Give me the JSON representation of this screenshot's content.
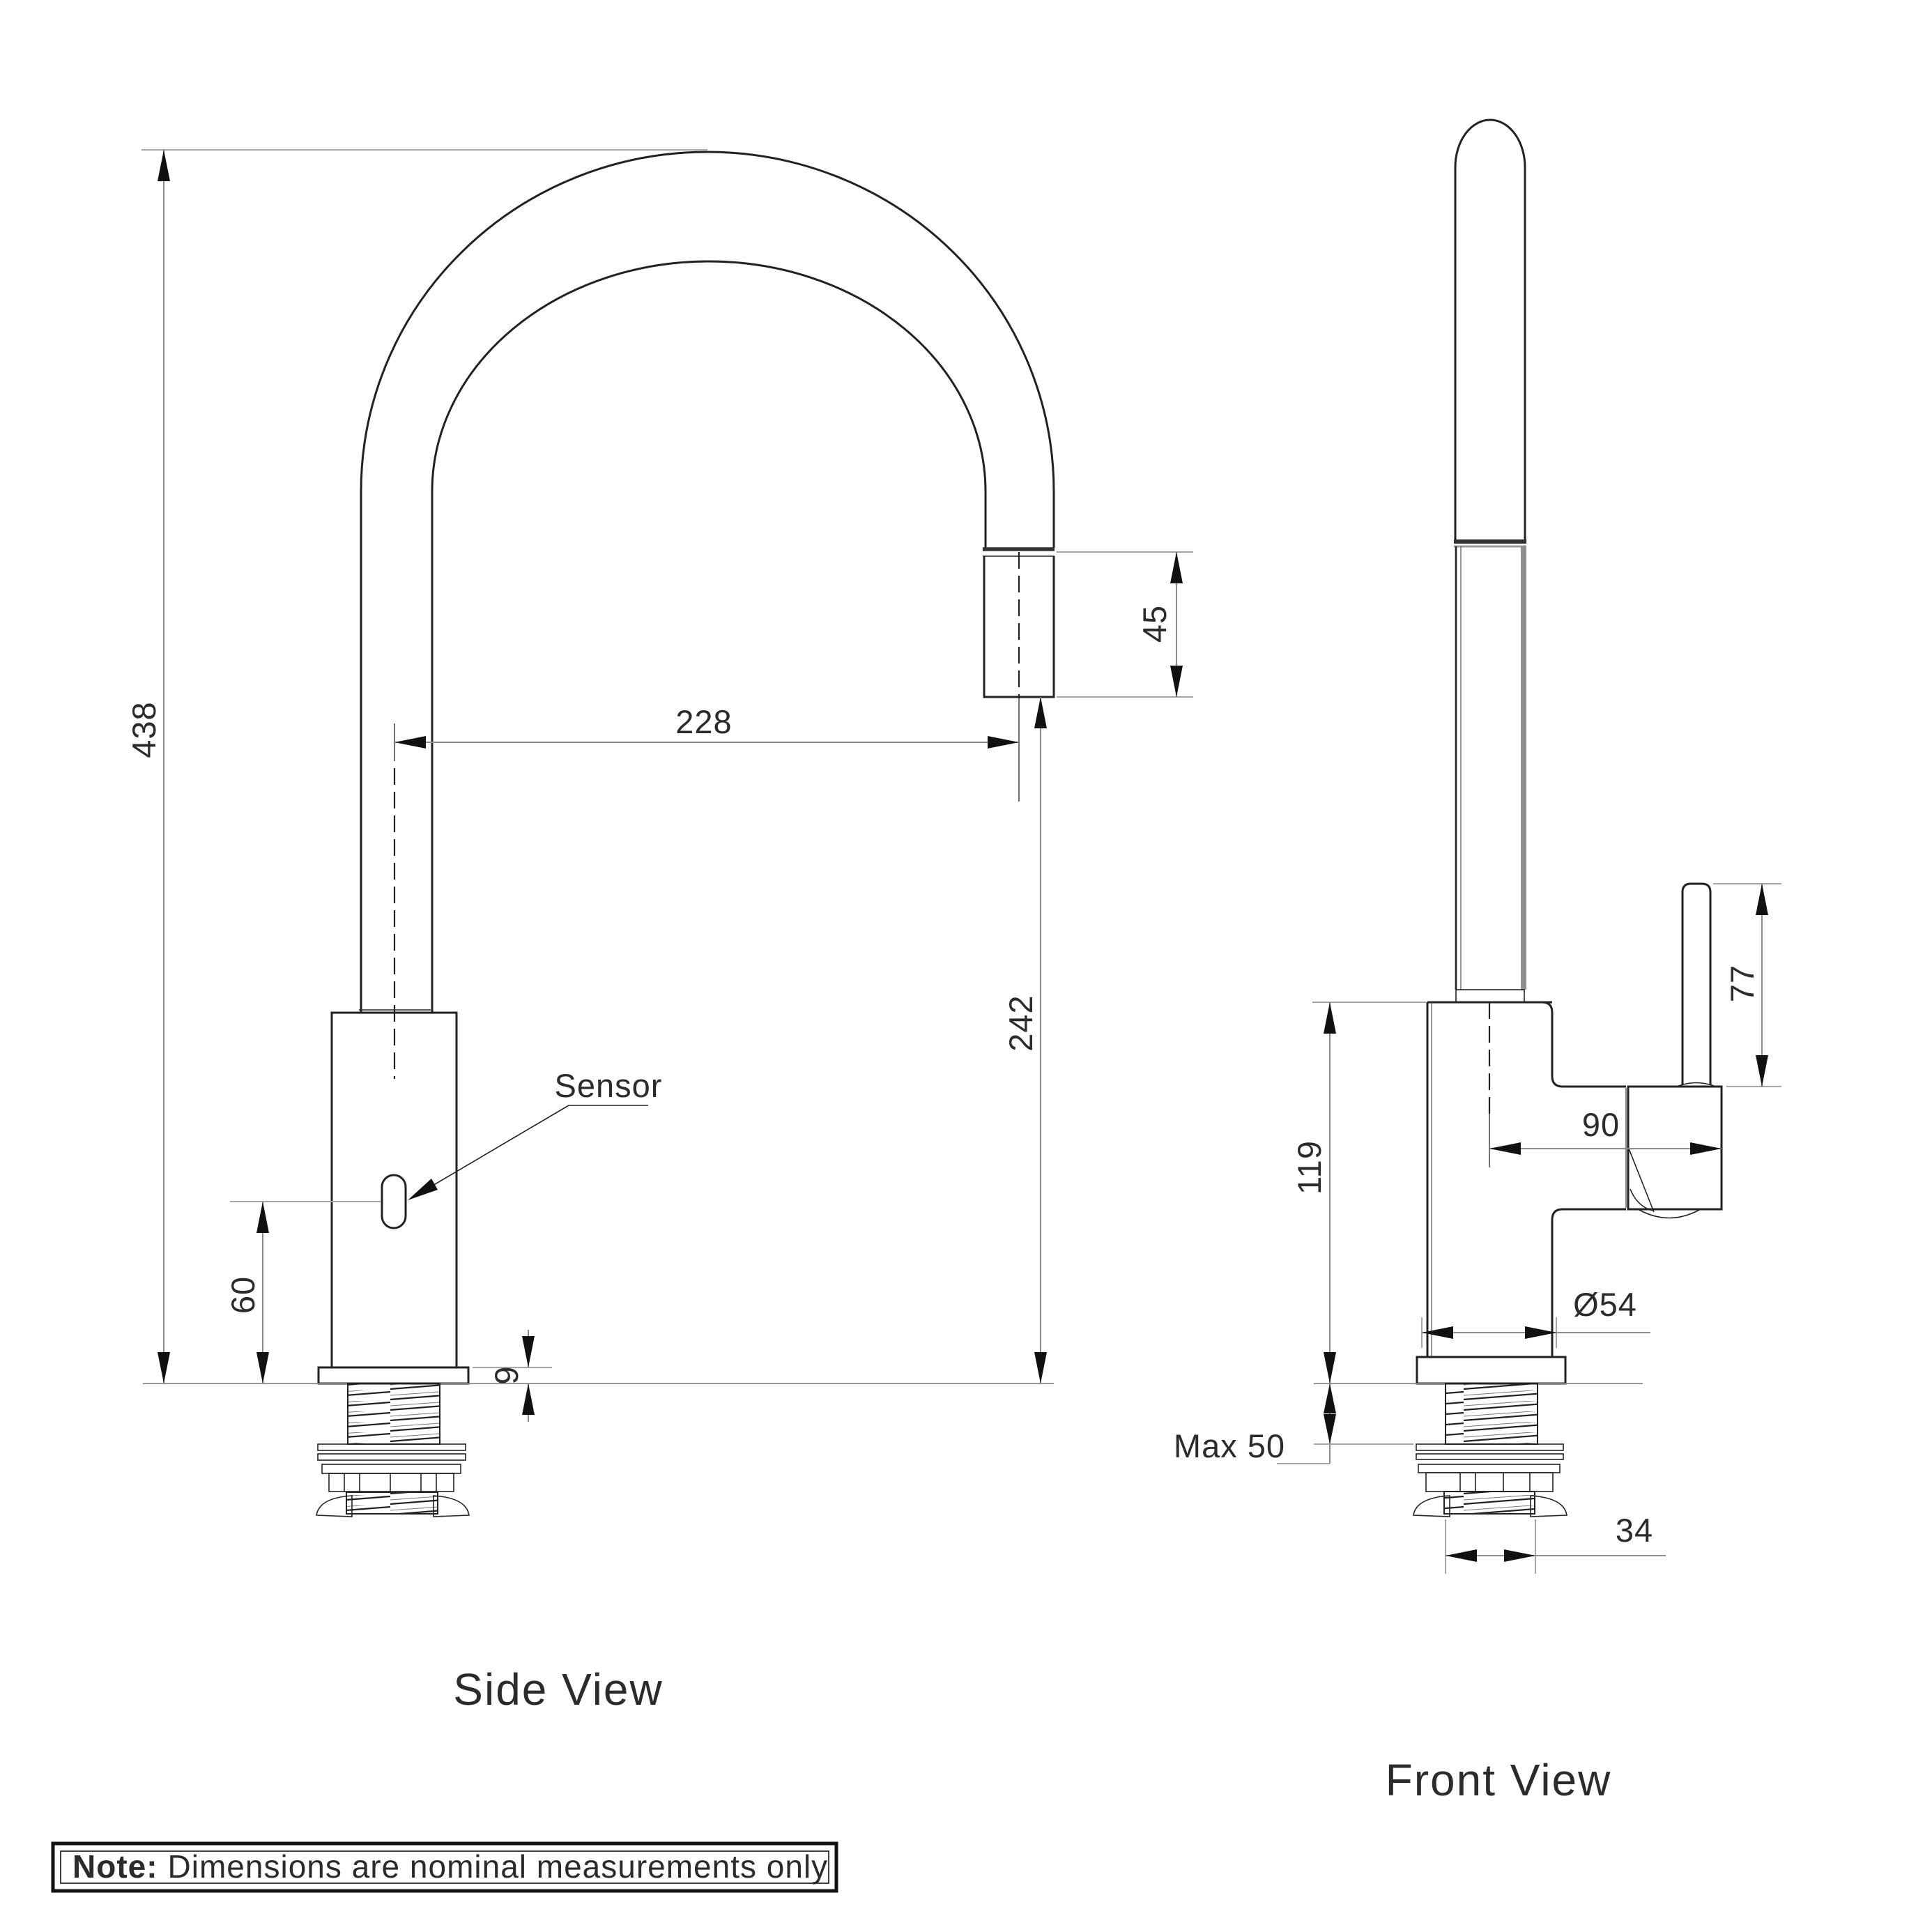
{
  "note": {
    "label": "Note:",
    "text": "Dimensions are nominal measurements only"
  },
  "side_view": {
    "label": "Side View",
    "annotations": {
      "sensor": "Sensor"
    },
    "dims": {
      "overall_height": "438",
      "spout_reach": "228",
      "spout_tip_length": "45",
      "outlet_height": "242",
      "sensor_height": "60",
      "base_plate_thickness": "9"
    }
  },
  "front_view": {
    "label": "Front View",
    "dims": {
      "body_height": "119",
      "handle_length": "77",
      "handle_reach": "90",
      "base_diameter": "Ø54",
      "max_bench_thickness": "Max 50",
      "thread_length": "34"
    }
  },
  "colors": {
    "object_line": "#222222",
    "dimension_line": "#8c8c8c",
    "extension_line": "#a6a6a6",
    "text": "#2b2b2b",
    "background": "#ffffff"
  }
}
